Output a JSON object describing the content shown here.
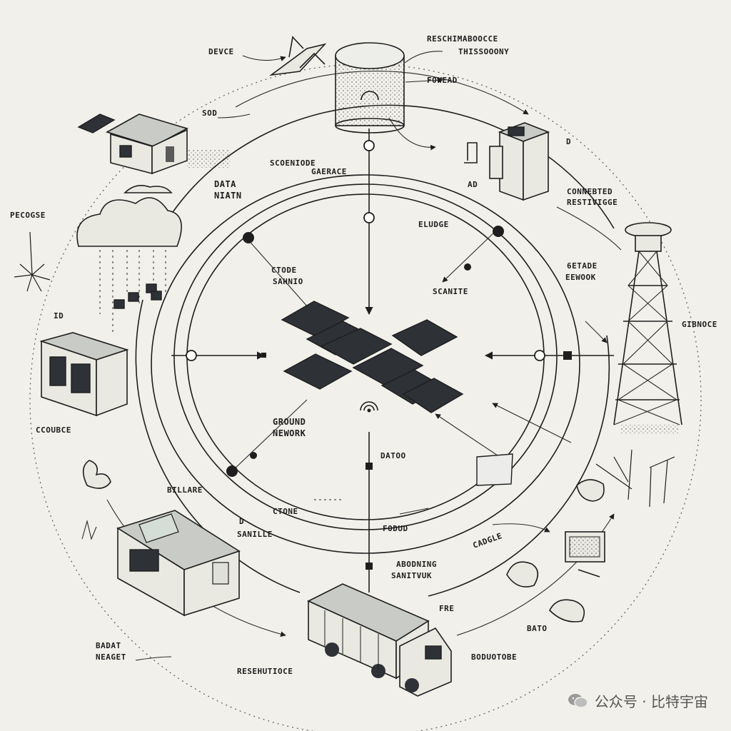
{
  "labels": {
    "device": "DEVCE",
    "research_tech_1": "RESCHIMABOOCCE",
    "research_tech_2": "THISSOOONY",
    "forward": "FOWEAD",
    "sod": "SOD",
    "d_top": "D",
    "scenario_1": "SCOENIODE",
    "scenario_2": "GAERACE",
    "data_main_1": "DATA",
    "data_main_2": "NIATN",
    "ad": "AD",
    "connected_1": "CONNEBTED",
    "connected_2": "RESTIVIGGE",
    "pecogge": "PECOGSE",
    "elude": "ELUDGE",
    "store_1": "CTODE",
    "store_2": "SAHNIO",
    "sat_network_1": "6ETADE",
    "sat_network_2": "EEWOOK",
    "scanite": "SCANITE",
    "gibnoce": "GIBNOCE",
    "id_left": "ID",
    "ccoubce": "CCOUBCE",
    "ground_1": "GROUND",
    "ground_2": "NEWORK",
    "datoo": "DATOO",
    "billare": "BILLARE",
    "ctone": "CTONE",
    "d_lower": "D",
    "sanille": "SANILLE",
    "fodud": "FODUD",
    "cadgle": "CADGLE",
    "abodning_1": "ABODNING",
    "abodning_2": "SANITVUK",
    "fre": "FRE",
    "bato": "BATO",
    "badat_1": "BADAT",
    "badat_2": "NEAGET",
    "resehrtioce": "RESEHUTIOCE",
    "boduotoe": "BODUOTOBE"
  },
  "watermark": {
    "text": "公众号 · 比特宇宙",
    "icon": "wechat-icon"
  },
  "colors": {
    "background": "#f1f0ea",
    "ink": "#1e1e1e",
    "panel": "#2e3136"
  }
}
